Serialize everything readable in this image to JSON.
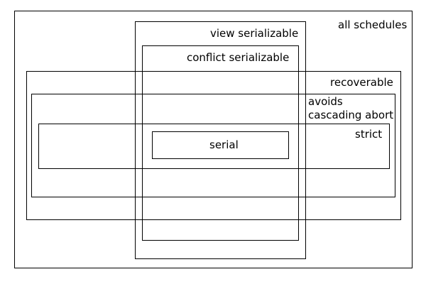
{
  "diagram": {
    "line_color": "#000000",
    "background_color": "#ffffff",
    "sets": {
      "all_schedules": "all schedules",
      "view_serializable": "view serializable",
      "conflict_serializable": "conflict serializable",
      "recoverable": "recoverable",
      "avoids_cascading_abort": "avoids\ncascading abort",
      "strict": "strict",
      "serial": "serial"
    }
  }
}
